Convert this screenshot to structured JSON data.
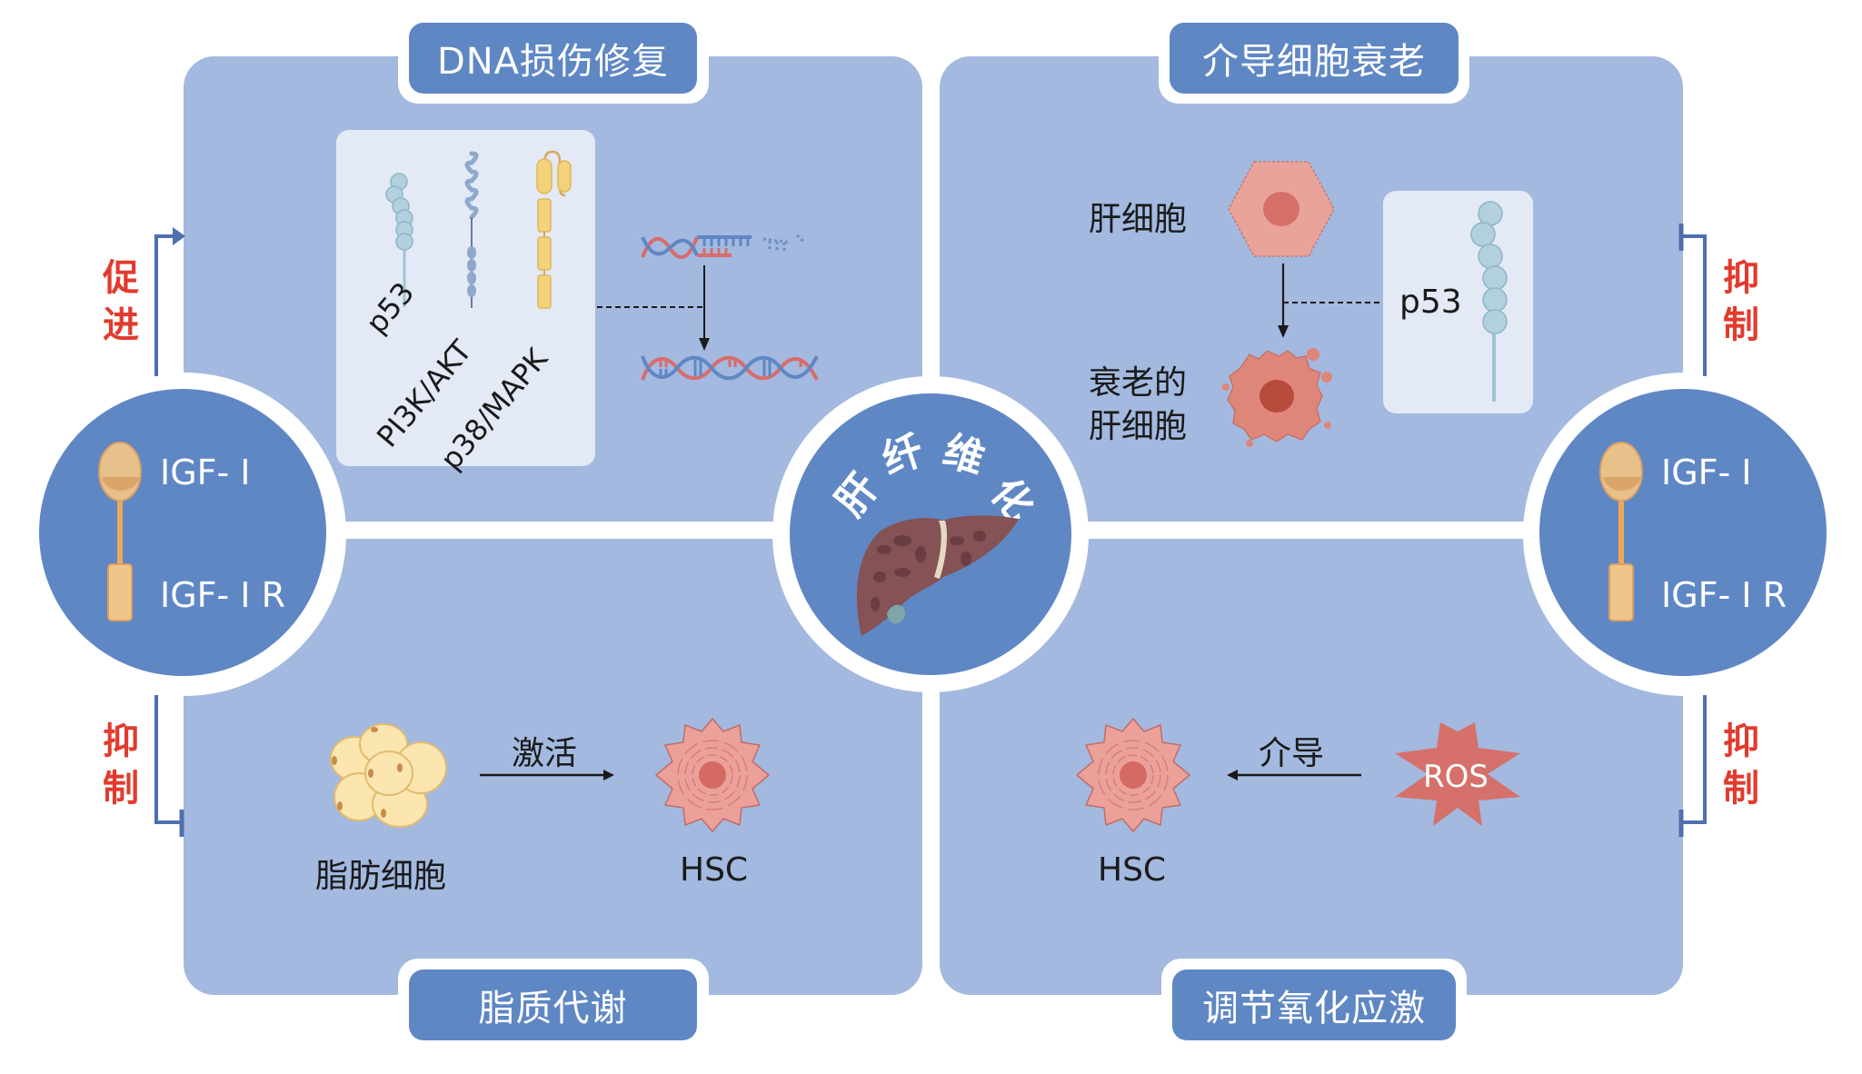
{
  "colors": {
    "panel": "#a3b9df",
    "pill": "#5f87c4",
    "accent_red": "#e23b2e",
    "inset": "#e3e9f5",
    "connector": "#4f6fae"
  },
  "center": {
    "title_chars": [
      "肝",
      "纤",
      "维",
      "化"
    ],
    "icon": "liver-icon"
  },
  "panels": {
    "dna_repair": {
      "title": "DNA损伤修复",
      "pathways": [
        "p53",
        "PI3K/AKT",
        "p38/MAPK"
      ]
    },
    "senescence": {
      "title": "介导细胞衰老",
      "hepatocyte": "肝细胞",
      "senescent_line1": "衰老的",
      "senescent_line2": "肝细胞",
      "protein": "p53"
    },
    "lipid": {
      "title": "脂质代谢",
      "source": "脂肪细胞",
      "arrow_label": "激活",
      "target": "HSC"
    },
    "oxidative": {
      "title": "调节氧化应激",
      "source": "ROS",
      "arrow_label": "介导",
      "target": "HSC"
    }
  },
  "igf_left": {
    "ligand": "IGF- Ⅰ",
    "receptor": "IGF- Ⅰ R",
    "top_effect": [
      "促",
      "进"
    ],
    "bottom_effect": [
      "抑",
      "制"
    ]
  },
  "igf_right": {
    "ligand": "IGF- Ⅰ",
    "receptor": "IGF- Ⅰ R",
    "top_effect": [
      "抑",
      "制"
    ],
    "bottom_effect": [
      "抑",
      "制"
    ]
  }
}
